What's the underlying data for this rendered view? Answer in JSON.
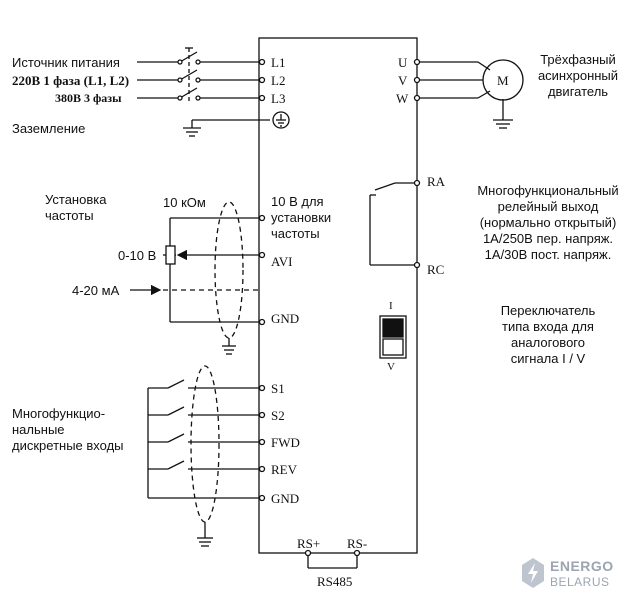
{
  "labels": {
    "power_source": "Источник питания",
    "single_phase": "220В 1 фаза (L1, L2)",
    "three_phase": "380В 3 фазы",
    "ground": "Заземление",
    "freq_setting_l1": "Установка",
    "freq_setting_l2": "частоты",
    "pot_value": "10 кОм",
    "voltage_input": "0-10 В",
    "current_input": "4-20 мА",
    "multi_inputs_l1": "Многофункцио-",
    "multi_inputs_l2": "нальные",
    "multi_inputs_l3": "дискретные входы",
    "motor_l1": "Трёхфазный",
    "motor_l2": "асинхронный",
    "motor_l3": "двигатель",
    "motor_symbol": "M",
    "relay_l1": "Многофункциональный",
    "relay_l2": "релейный выход",
    "relay_l3": "(нормально открытый)",
    "relay_l4": "1А/250В пер. напряж.",
    "relay_l5": "1А/30В пост. напряж.",
    "switch_l1": "Переключатель",
    "switch_l2": "типа входа для",
    "switch_l3": "аналогового",
    "switch_l4": "сигнала I / V",
    "ref_l1": "10 В для",
    "ref_l2": "установки",
    "ref_l3": "частоты"
  },
  "terminals": {
    "l1": "L1",
    "l2": "L2",
    "l3": "L3",
    "u": "U",
    "v": "V",
    "w": "W",
    "ra": "RA",
    "rc": "RC",
    "avi": "AVI",
    "gnd1": "GND",
    "s1": "S1",
    "s2": "S2",
    "fwd": "FWD",
    "rev": "REV",
    "gnd2": "GND",
    "rs_plus": "RS+",
    "rs_minus": "RS-",
    "rs485": "RS485",
    "switch_i": "I",
    "switch_v": "V"
  },
  "logo": {
    "line1": "ENERGO",
    "line2": "BELARUS"
  }
}
